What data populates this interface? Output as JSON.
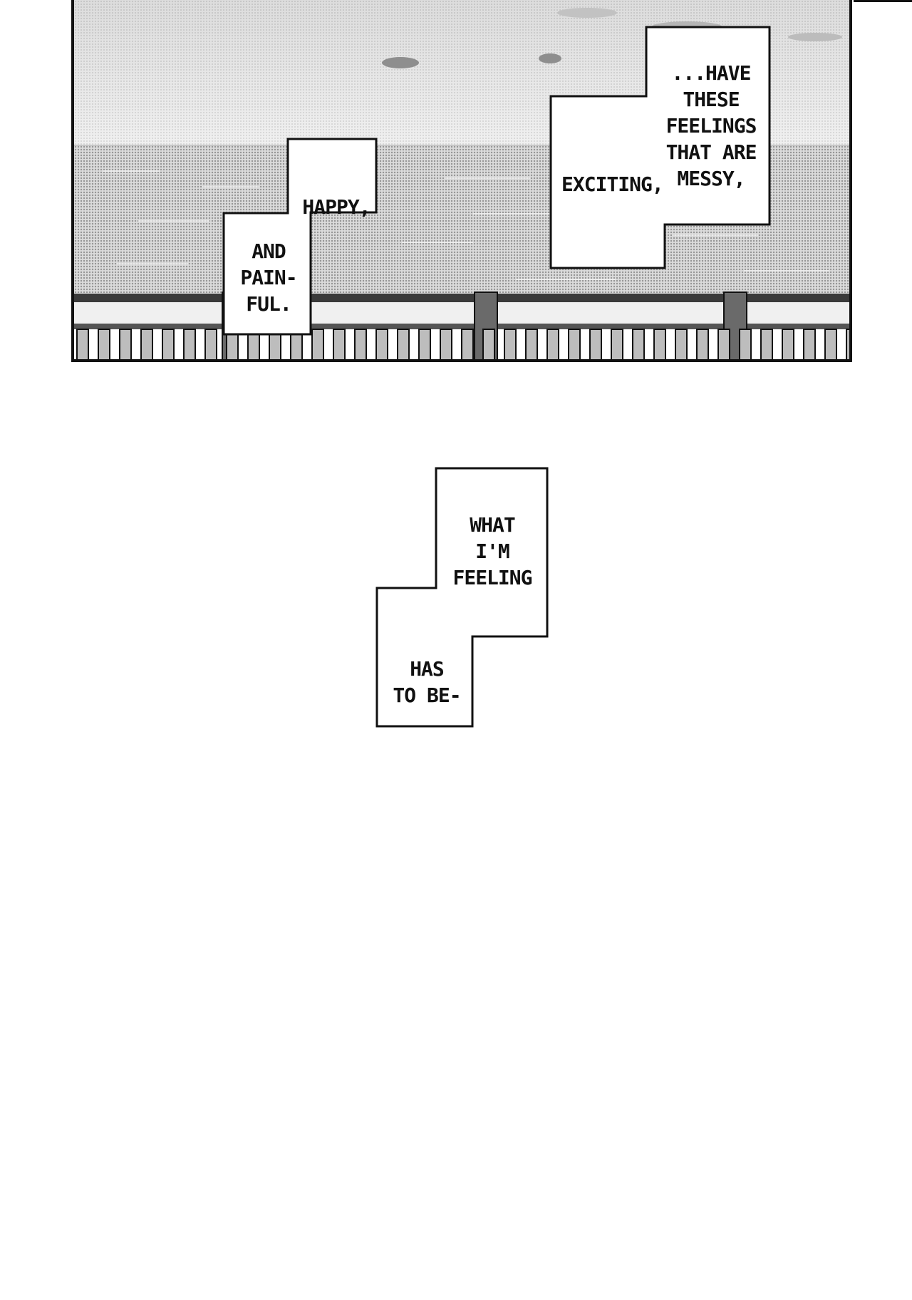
{
  "captions": {
    "happy": "HAPPY,",
    "and_painful": "AND\nPAIN-\nFUL.",
    "exciting": "EXCITING,",
    "have_these": "...HAVE\nTHESE\nFEELINGS\nTHAT ARE\nMESSY,",
    "what_im": "WHAT\nI'M\nFEELING",
    "has_to_be": "HAS\nTO BE-"
  },
  "colors": {
    "ink": "#111111",
    "sky": "#d8d8d8",
    "sea": "#c4c4c4",
    "railing": "#8a8a8a",
    "paper": "#ffffff"
  }
}
